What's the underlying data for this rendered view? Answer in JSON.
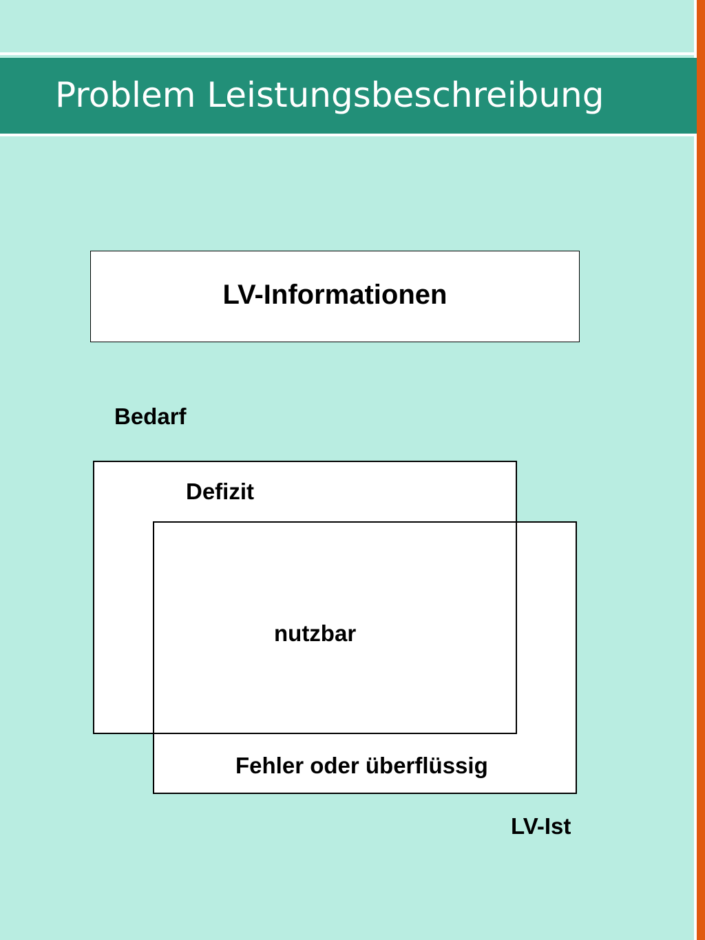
{
  "header": {
    "title": "Problem Leistungsbeschreibung"
  },
  "diagram": {
    "info_box_label": "LV-Informationen",
    "set_a_label": "Bedarf",
    "region_a_only_label": "Defizit",
    "intersection_label": "nutzbar",
    "region_b_only_label": "Fehler oder überflüssig",
    "set_b_label": "LV-Ist"
  },
  "colors": {
    "background": "#b9ede1",
    "banner": "#228f78",
    "accent_stripe": "#e05a10"
  }
}
